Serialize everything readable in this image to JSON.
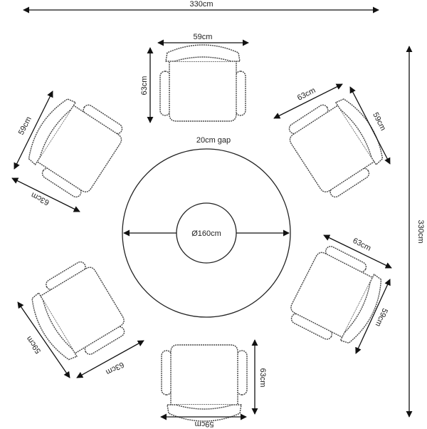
{
  "overall": {
    "width_label": "330cm",
    "depth_label": "330cm"
  },
  "table": {
    "diameter_label": "Ø160cm",
    "gap_label": "20cm gap"
  },
  "chairs": [
    {
      "name": "top",
      "width_label": "59cm",
      "depth_label": "63cm"
    },
    {
      "name": "top-left",
      "width_label": "59cm",
      "depth_label": "63cm"
    },
    {
      "name": "top-right",
      "width_label": "59cm",
      "depth_label": "63cm"
    },
    {
      "name": "bottom-right",
      "width_label": "59cm",
      "depth_label": "63cm"
    },
    {
      "name": "bottom-left",
      "width_label": "59cm",
      "depth_label": "63cm"
    },
    {
      "name": "bottom",
      "width_label": "59cm",
      "depth_label": "63cm"
    }
  ],
  "colors": {
    "line": "#111111",
    "chair_outline": "#444444"
  }
}
